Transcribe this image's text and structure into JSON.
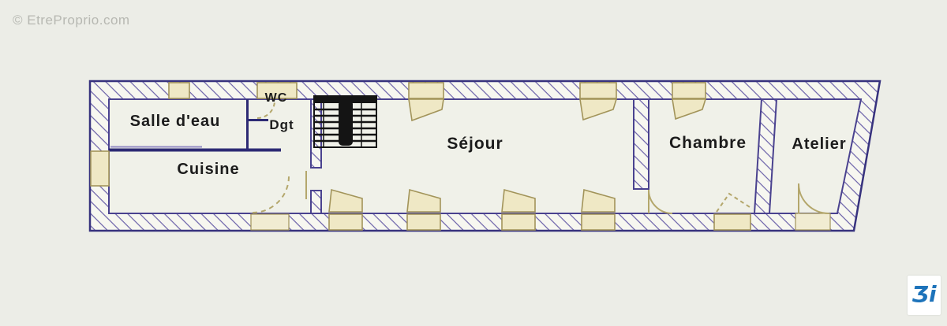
{
  "watermark": {
    "text": "© EtreProprio.com"
  },
  "floor_plan": {
    "type": "apartment-floor-plan",
    "rooms": {
      "salle_deau": "Salle d'eau",
      "cuisine": "Cuisine",
      "wc": "WC",
      "dgt": "Dgt",
      "sejour": "Séjour",
      "chambre": "Chambre",
      "atelier": "Atelier"
    },
    "features": {
      "staircase": "stairs-icon",
      "doors": "quarter-circle door swings",
      "windows": "tan casement symbols in hatched walls"
    },
    "colors": {
      "paper": "#ecede7",
      "wall_outline": "#37327e",
      "wall_hatch": "#6b61a9",
      "floor": "#f0f1e9",
      "joinery_line": "#a2945a",
      "joinery_fill": "#efe8c5",
      "stairs": "#141414",
      "label_text": "#1c1c1c"
    }
  },
  "logo": {
    "name": "agency-logo",
    "glyph": "Ʒi",
    "color": "#1d73ba",
    "background": "#ffffff"
  }
}
